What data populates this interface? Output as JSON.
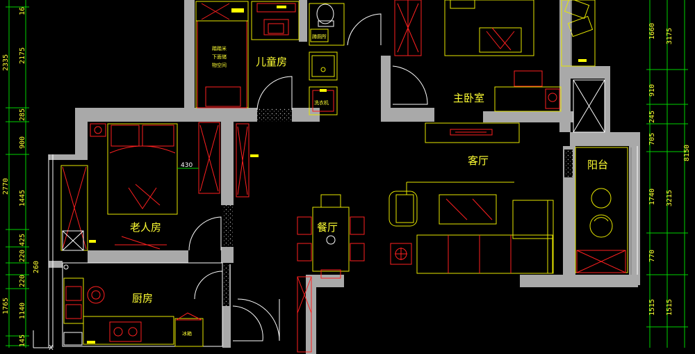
{
  "rooms": {
    "children_room": "儿童房",
    "master_bedroom": "主卧室",
    "living_room": "客厅",
    "balcony": "阳台",
    "elderly_room": "老人房",
    "dining_room": "餐厅",
    "kitchen": "厨房"
  },
  "notes": {
    "cabinet_line1": "踏踏米",
    "cabinet_line2": "下面储",
    "cabinet_line3": "物空间",
    "toilet_tag": "蹲厕所",
    "washer_tag": "洗衣机",
    "fridge_tag": "冰箱",
    "bed_width": "430"
  },
  "dimensions": {
    "left_outer": [
      "2335",
      "2770",
      "1765"
    ],
    "left_inner": [
      "16",
      "2175",
      "285",
      "900",
      "1445",
      "425",
      "220",
      "260",
      "220",
      "1140",
      "145"
    ],
    "right_inner": [
      "1660",
      "910",
      "245",
      "705",
      "1740",
      "770",
      "1515"
    ],
    "right_mid": [
      "3175",
      "3215",
      "1515"
    ],
    "right_outer": [
      "8150"
    ]
  },
  "colors": {
    "background": "#000000",
    "wall": "#a9a9a9",
    "furniture_yellow": "#e8e800",
    "furniture_red": "#ff2020",
    "dimension_green": "#00d400",
    "door_white": "#ffffff"
  }
}
